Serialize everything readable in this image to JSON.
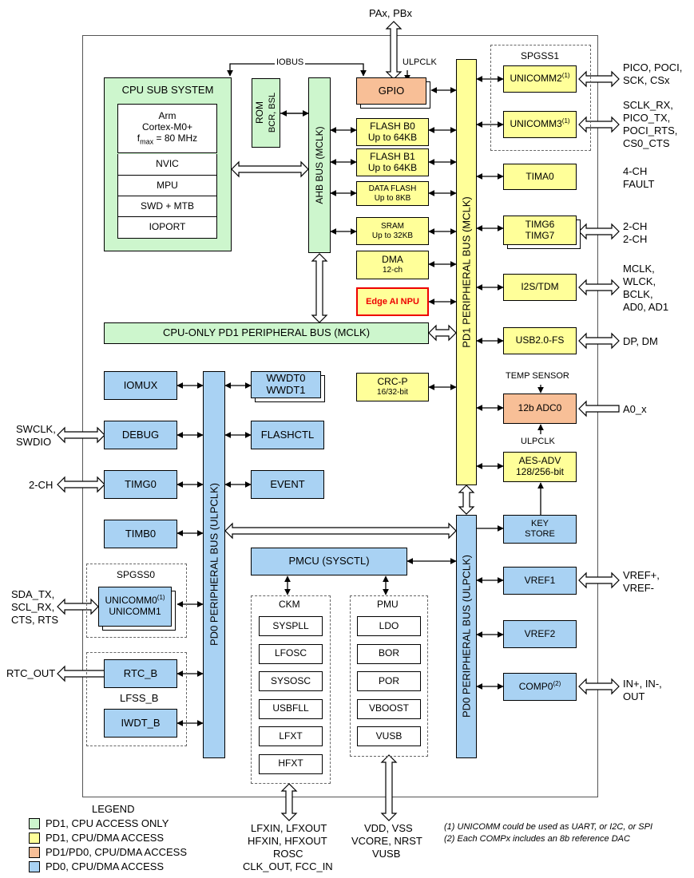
{
  "colors": {
    "pd1_cpu_only": "#cdf6cd",
    "pd1_cpu_dma": "#ffff99",
    "pd1_pd0": "#f8bf97",
    "pd0": "#a9d2f3"
  },
  "top": {
    "pins": "PAx, PBx",
    "iobus": "IOBUS",
    "ulpclk": "ULPCLK"
  },
  "cpu": {
    "title": "CPU SUB SYSTEM",
    "core1": "Arm",
    "core2": "Cortex-M0+",
    "fmax_pre": "f",
    "fmax_sub": "max",
    "fmax_post": " = 80 MHz",
    "nvic": "NVIC",
    "mpu": "MPU",
    "swd": "SWD + MTB",
    "ioport": "IOPORT"
  },
  "rom": {
    "title": "ROM",
    "sub": "BCR, BSL"
  },
  "ahb": "AHB BUS (MCLK)",
  "pd1bus": "PD1 PERIPHERAL BUS (MCLK)",
  "cpuonly": "CPU-ONLY  PD1 PERIPHERAL BUS (MCLK)",
  "mem": {
    "gpio": "GPIO",
    "flash0a": "FLASH B0",
    "flash0b": "Up to 64KB",
    "flash1a": "FLASH B1",
    "flash1b": "Up to 64KB",
    "dfa": "DATA FLASH",
    "dfb": "Up to 8KB",
    "srama": "SRAM",
    "sramb": "Up to 32KB",
    "dmaa": "DMA",
    "dmab": "12-ch",
    "npu": "Edge AI NPU",
    "crca": "CRC-P",
    "crcb": "16/32-bit"
  },
  "spgss1": {
    "title": "SPGSS1",
    "u2": "UNICOMM2",
    "u3": "UNICOMM3",
    "note": "(1)"
  },
  "right": {
    "tima0": "TIMA0",
    "timg6": "TIMG6",
    "timg7": "TIMG7",
    "i2s": "I2S/TDM",
    "usb": "USB2.0-FS",
    "temp": "TEMP SENSOR",
    "adc": "12b ADC0",
    "ulpclk": "ULPCLK",
    "aes1": "AES-ADV",
    "aes2": "128/256-bit",
    "key1": "KEY",
    "key2": "STORE",
    "vref1": "VREF1",
    "vref2": "VREF2",
    "comp": "COMP0",
    "compnote": "(2)"
  },
  "ext": {
    "spi1": "PICO, POCI,",
    "spi2": "SCK, CSx",
    "u31": "SCLK_RX,",
    "u32": "PICO_TX,",
    "u33": "POCI_RTS,",
    "u34": "CS0_CTS",
    "t1": "4-CH",
    "t2": "FAULT",
    "g1": "2-CH",
    "g2": "2-CH",
    "i1": "MCLK,",
    "i2": "WLCK,",
    "i3": "BCLK,",
    "i4": "AD0, AD1",
    "usb": "DP, DM",
    "adc": "A0_x",
    "vr1": "VREF+,",
    "vr2": "VREF-",
    "cp1": "IN+, IN-,",
    "cp2": "OUT"
  },
  "left": {
    "iomux": "IOMUX",
    "debug": "DEBUG",
    "timg0": "TIMG0",
    "timb0": "TIMB0",
    "spgss0": "SPGSS0",
    "u0": "UNICOMM0",
    "u1": "UNICOMM1",
    "unote": "(1)",
    "rtc": "RTC_B",
    "lfss": "LFSS_B",
    "iwdt": "IWDT_B"
  },
  "leftext": {
    "sw1": "SWCLK,",
    "sw2": "SWDIO",
    "tg": "2-CH",
    "sd1": "SDA_TX,",
    "sd2": "SCL_RX,",
    "sd3": "CTS, RTS",
    "rtc": "RTC_OUT"
  },
  "pd0bus": "PD0 PERIPHERAL BUS (ULPCLK)",
  "mid": {
    "wwdt0": "WWDT0",
    "wwdt1": "WWDT1",
    "flashctl": "FLASHCTL",
    "event": "EVENT",
    "pmcu": "PMCU (SYSCTL)",
    "ckm": "CKM",
    "pmu": "PMU",
    "ckm_items": [
      "SYSPLL",
      "LFOSC",
      "SYSOSC",
      "USBFLL",
      "LFXT",
      "HFXT"
    ],
    "pmu_items": [
      "LDO",
      "BOR",
      "POR",
      "VBOOST",
      "VUSB"
    ]
  },
  "bottom": {
    "c1": "LFXIN, LFXOUT",
    "c2": "HFXIN, HFXOUT",
    "c3": "ROSC",
    "c4": "CLK_OUT, FCC_IN",
    "p1": "VDD, VSS",
    "p2": "VCORE, NRST",
    "p3": "VUSB"
  },
  "legend": {
    "title": "LEGEND",
    "l1": "PD1, CPU ACCESS ONLY",
    "l2": "PD1, CPU/DMA ACCESS",
    "l3": "PD1/PD0, CPU/DMA ACCESS",
    "l4": "PD0, CPU/DMA ACCESS"
  },
  "notes": {
    "n1": "(1) UNICOMM could be used as UART, or I2C, or SPI",
    "n2": "(2) Each COMPx includes an 8b reference DAC"
  }
}
